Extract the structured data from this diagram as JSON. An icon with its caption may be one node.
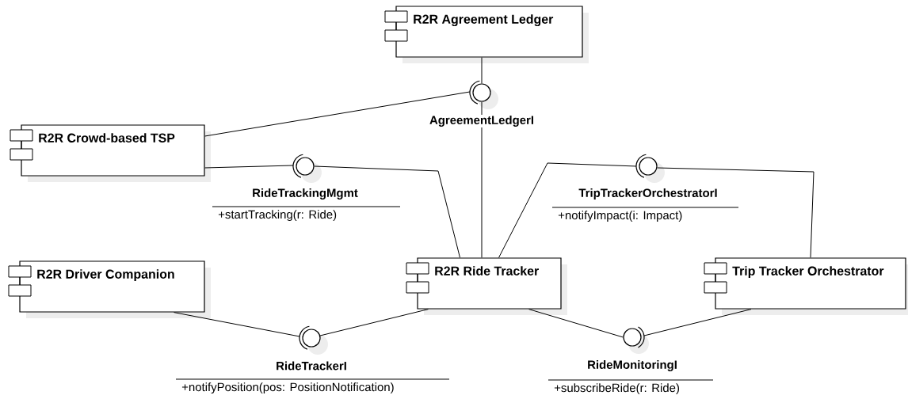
{
  "diagram": {
    "nodes": [
      {
        "text": [
          "R2R Agreement Ledger"
        ]
      },
      {
        "text": [
          "R2R Crowd-based TSP"
        ]
      },
      {
        "text": [],
        "shape": "circle",
        "beside": [
          "AgreementLedgerI"
        ]
      },
      {
        "text": [],
        "shape": "circle",
        "beside": [
          "RideTrackingMgmt",
          "+startTracking(r: Ride)"
        ]
      },
      {
        "text": [],
        "shape": "circle",
        "beside": [
          "TripTrackerOrchestratorI",
          "+notifyImpact(i: Impact)"
        ]
      },
      {
        "text": [
          "R2R Driver Companion"
        ]
      },
      {
        "text": [
          "R2R Ride Tracker"
        ]
      },
      {
        "text": [
          "Trip Tracker Orchestrator"
        ]
      },
      {
        "text": [],
        "shape": "circle",
        "beside": [
          "RideTrackerI",
          "+notifyPosition(pos: PositionNotification)"
        ]
      },
      {
        "text": [],
        "shape": "circle",
        "beside": [
          "RideMonitoringI",
          "+subscribeRide(r: Ride)"
        ]
      }
    ],
    "edges": [
      {
        "from": 0,
        "to": 2,
        "arrow": "none"
      },
      {
        "from": 1,
        "to": 2,
        "arrow": "none"
      },
      {
        "from": 2,
        "to": 6,
        "arrow": "none"
      },
      {
        "from": 1,
        "to": 3,
        "arrow": "none"
      },
      {
        "from": 3,
        "to": 6,
        "arrow": "none"
      },
      {
        "from": 6,
        "to": 4,
        "arrow": "none"
      },
      {
        "from": 4,
        "to": 7,
        "arrow": "none"
      },
      {
        "from": 5,
        "to": 8,
        "arrow": "none"
      },
      {
        "from": 8,
        "to": 6,
        "arrow": "none"
      },
      {
        "from": 6,
        "to": 9,
        "arrow": "none"
      },
      {
        "from": 7,
        "to": 9,
        "arrow": "none"
      }
    ]
  }
}
